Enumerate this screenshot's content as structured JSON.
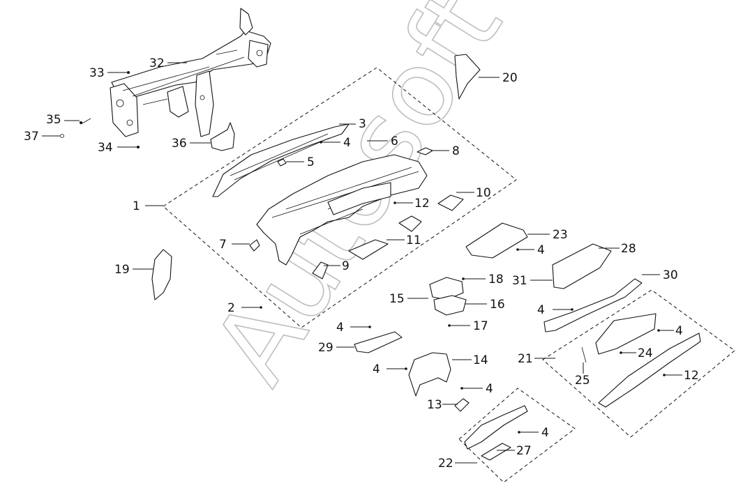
{
  "watermark": "Autosoft",
  "callouts": [
    {
      "id": "1",
      "label": "1"
    },
    {
      "id": "2",
      "label": "2"
    },
    {
      "id": "3",
      "label": "3"
    },
    {
      "id": "4a",
      "label": "4"
    },
    {
      "id": "4b",
      "label": "4"
    },
    {
      "id": "4c",
      "label": "4"
    },
    {
      "id": "4d",
      "label": "4"
    },
    {
      "id": "4e",
      "label": "4"
    },
    {
      "id": "4f",
      "label": "4"
    },
    {
      "id": "4g",
      "label": "4"
    },
    {
      "id": "4h",
      "label": "4"
    },
    {
      "id": "5",
      "label": "5"
    },
    {
      "id": "6",
      "label": "6"
    },
    {
      "id": "7",
      "label": "7"
    },
    {
      "id": "8",
      "label": "8"
    },
    {
      "id": "9",
      "label": "9"
    },
    {
      "id": "10",
      "label": "10"
    },
    {
      "id": "11",
      "label": "11"
    },
    {
      "id": "12a",
      "label": "12"
    },
    {
      "id": "12b",
      "label": "12"
    },
    {
      "id": "13",
      "label": "13"
    },
    {
      "id": "14",
      "label": "14"
    },
    {
      "id": "15",
      "label": "15"
    },
    {
      "id": "16",
      "label": "16"
    },
    {
      "id": "17",
      "label": "17"
    },
    {
      "id": "18",
      "label": "18"
    },
    {
      "id": "19",
      "label": "19"
    },
    {
      "id": "20",
      "label": "20"
    },
    {
      "id": "21",
      "label": "21"
    },
    {
      "id": "22",
      "label": "22"
    },
    {
      "id": "23",
      "label": "23"
    },
    {
      "id": "24",
      "label": "24"
    },
    {
      "id": "25",
      "label": "25"
    },
    {
      "id": "27",
      "label": "27"
    },
    {
      "id": "28",
      "label": "28"
    },
    {
      "id": "29",
      "label": "29"
    },
    {
      "id": "30",
      "label": "30"
    },
    {
      "id": "31",
      "label": "31"
    },
    {
      "id": "32",
      "label": "32"
    },
    {
      "id": "33",
      "label": "33"
    },
    {
      "id": "34",
      "label": "34"
    },
    {
      "id": "35",
      "label": "35"
    },
    {
      "id": "36",
      "label": "36"
    },
    {
      "id": "37",
      "label": "37"
    }
  ]
}
